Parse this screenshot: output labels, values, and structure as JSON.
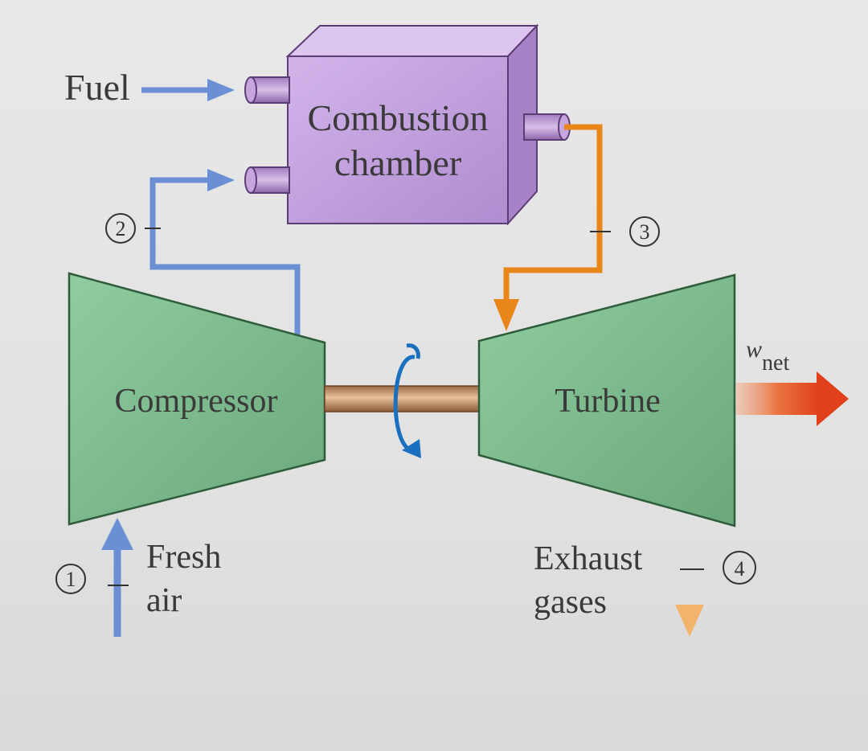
{
  "labels": {
    "fuel": "Fuel",
    "combustion_line1": "Combustion",
    "combustion_line2": "chamber",
    "compressor": "Compressor",
    "turbine": "Turbine",
    "fresh_line1": "Fresh",
    "fresh_line2": "air",
    "exhaust_line1": "Exhaust",
    "exhaust_line2": "gases",
    "wnet_main": "w",
    "wnet_sub": "net"
  },
  "states": [
    "1",
    "2",
    "3",
    "4"
  ],
  "colors": {
    "air_flow": "#6b8fd4",
    "hot_gas": "#e8861a",
    "exhaust": "#f0a850",
    "work_arrow": "#e24a1e",
    "machine_fill": "#7fbf8e",
    "chamber_fill": "#c7a6e0",
    "shaft": "#c8966a",
    "rotation": "#1a6fbf"
  }
}
